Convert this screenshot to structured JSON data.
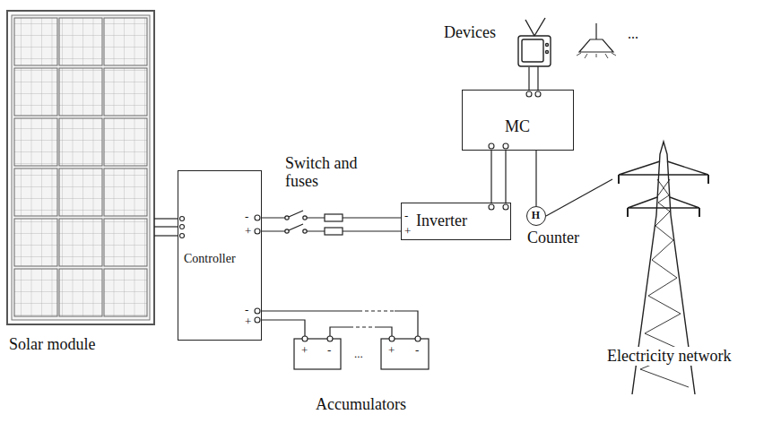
{
  "diagram": {
    "nodes": [
      {
        "text": [
          "Solar module"
        ]
      },
      {
        "text": [
          "Controller"
        ]
      },
      {
        "text": [
          "Devices"
        ]
      },
      {
        "text": [
          "MC"
        ]
      },
      {
        "text": [
          "Inverter"
        ]
      },
      {
        "text": [
          "H",
          "Counter"
        ]
      },
      {
        "text": [
          "Electricity network"
        ]
      },
      {
        "text": [
          "Accumulators"
        ]
      }
    ],
    "edges": [
      {
        "from": 0,
        "to": 1,
        "arrow": "none"
      },
      {
        "from": 1,
        "to": 4,
        "label": "Switch and fuses",
        "arrow": "none"
      },
      {
        "from": 1,
        "to": 7,
        "arrow": "none"
      },
      {
        "from": 4,
        "to": 3,
        "arrow": "none"
      },
      {
        "from": 3,
        "to": 2,
        "arrow": "none"
      },
      {
        "from": 3,
        "to": 5,
        "arrow": "none"
      },
      {
        "from": 5,
        "to": 6,
        "arrow": "none"
      }
    ],
    "labels": [
      "-",
      "+",
      "-",
      "+",
      "-",
      "+",
      "+",
      "-",
      "+",
      "-",
      "...",
      "..."
    ]
  }
}
